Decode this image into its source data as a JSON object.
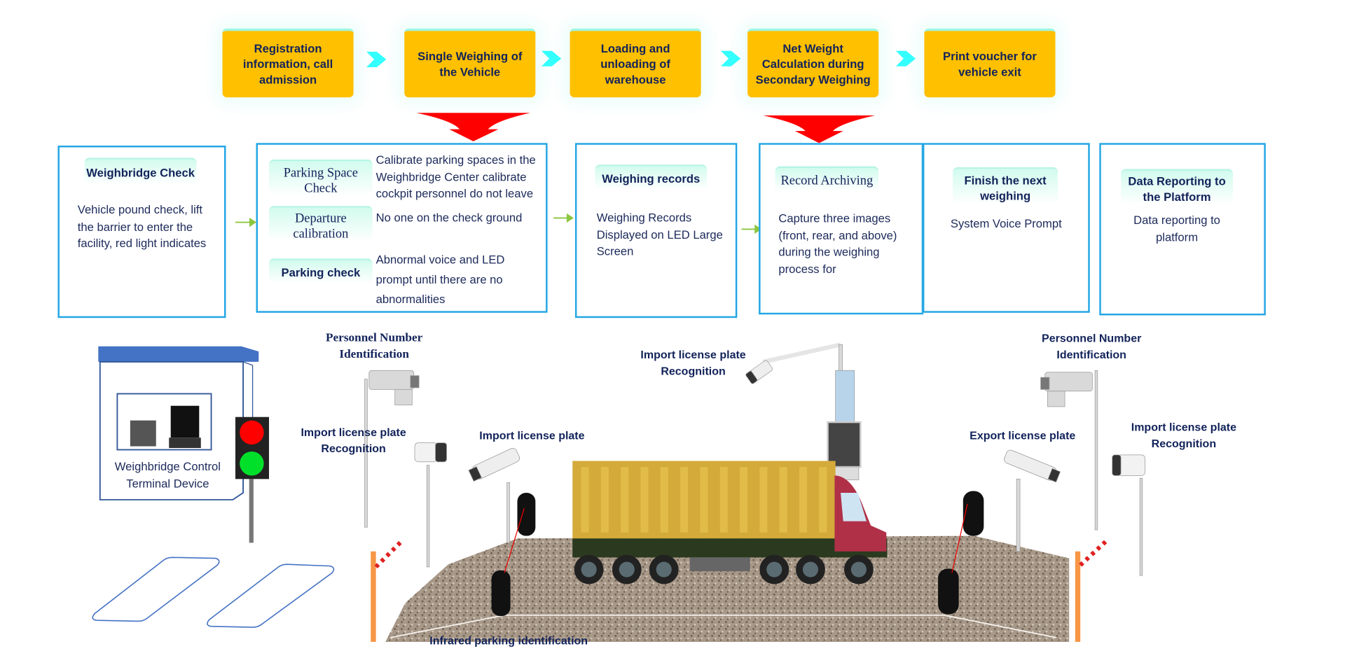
{
  "flow_steps": [
    {
      "label": "Registration information, call admission"
    },
    {
      "label": "Single Weighing of the Vehicle"
    },
    {
      "label": "Loading and unloading of warehouse"
    },
    {
      "label": "Net Weight Calculation during Secondary Weighing"
    },
    {
      "label": "Print voucher for vehicle exit"
    }
  ],
  "cards": {
    "weighbridge_check": {
      "title": "Weighbridge Check",
      "text": "Vehicle pound check, lift the barrier to enter the facility, red light indicates"
    },
    "checks": [
      {
        "title": "Parking Space Check",
        "text": "Calibrate parking spaces in the Weighbridge Center calibrate cockpit personnel do not leave"
      },
      {
        "title": "Departure calibration",
        "text": "No one on the check ground"
      },
      {
        "title": "Parking check",
        "text": "Abnormal voice and LED prompt until there are no abnormalities"
      }
    ],
    "weighing_records": {
      "title": "Weighing records",
      "text": "Weighing Records Displayed on LED Large Screen"
    },
    "record_archiving": {
      "title": "Record Archiving",
      "text": "Capture three images (front, rear, and above) during the weighing process for"
    },
    "finish": {
      "title": "Finish the next weighing",
      "text": "System Voice Prompt"
    },
    "data_reporting": {
      "title": "Data Reporting to the Platform",
      "text": "Data reporting to platform"
    }
  },
  "scene": {
    "terminal_label": "Weighbridge Control Terminal Device",
    "personnel_left": "Personnel Number Identification",
    "import_lpr_left": "Import license plate Recognition",
    "import_plate": "Import license plate",
    "import_lpr_gantry": "Import license plate Recognition",
    "personnel_right": "Personnel Number Identification",
    "export_plate": "Export license plate",
    "import_lpr_right": "Import license plate Recognition",
    "infrared": "Infrared parking identification"
  },
  "colors": {
    "step_fill": "#FFC000",
    "chevron": "#33FFFF",
    "down_arrow": "#FF0000",
    "card_border": "#22A6E4",
    "traffic_red": "#FF0000",
    "traffic_green": "#00E02A",
    "booth_roof": "#4472C4",
    "container": "#D4AA3A",
    "cab": "#B03048"
  }
}
